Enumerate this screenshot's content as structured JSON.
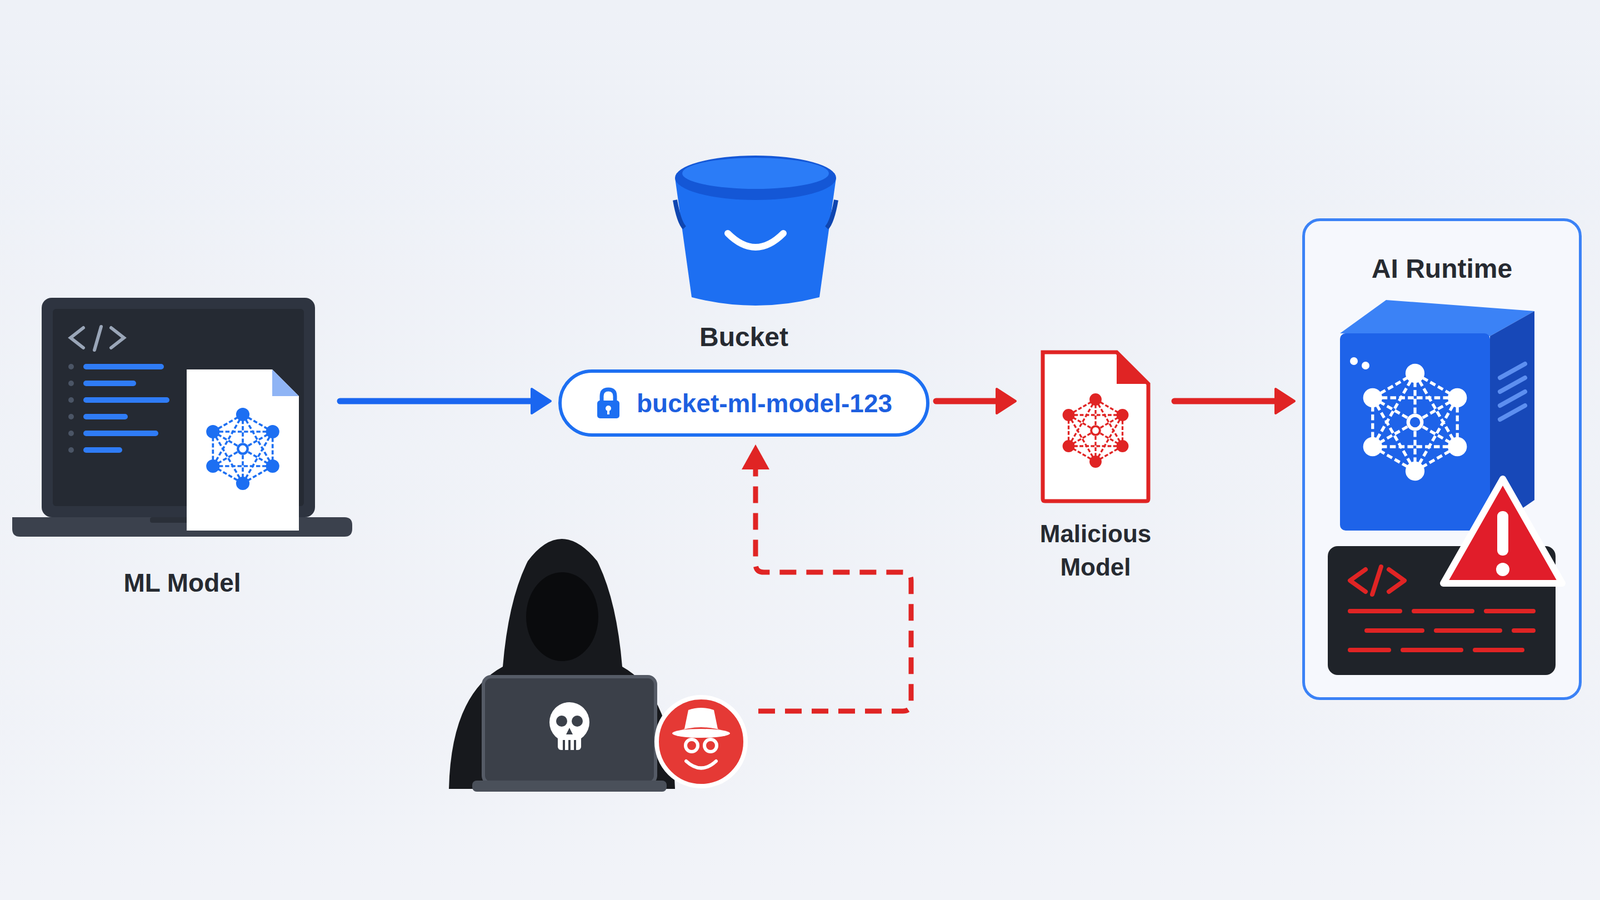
{
  "diagram": {
    "nodes": [
      {
        "text": [
          "ML Model"
        ]
      },
      {
        "text": [
          "Bucket",
          "bucket-ml-model-123"
        ]
      },
      {
        "text": [
          "Malicious Model"
        ]
      },
      {
        "text": [
          "AI Runtime"
        ]
      }
    ],
    "edges": [
      {
        "from": 0,
        "to": 1,
        "arrow": "to"
      },
      {
        "from": 1,
        "to": 2,
        "arrow": "to"
      },
      {
        "from": 2,
        "to": 3,
        "arrow": "to"
      }
    ]
  }
}
